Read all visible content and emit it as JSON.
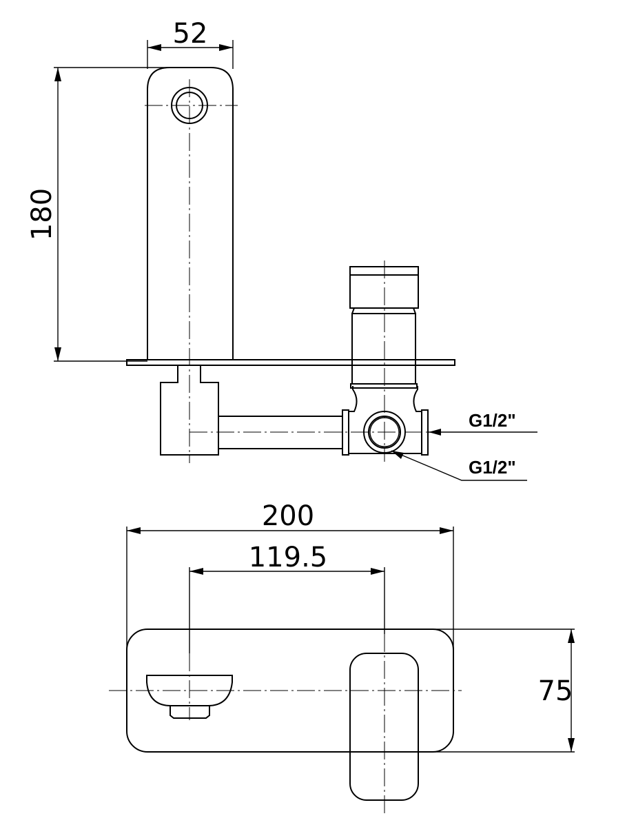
{
  "drawing": {
    "side_view": {
      "spout_width_label": "52",
      "spout_height_label": "180",
      "inlet_labels": [
        "G1/2\"",
        "G1/2\""
      ]
    },
    "top_view": {
      "overall_width_label": "200",
      "spout_to_handle_label": "119.5",
      "plate_height_label": "75"
    },
    "colors": {
      "line": "#000000",
      "background": "#ffffff"
    }
  }
}
